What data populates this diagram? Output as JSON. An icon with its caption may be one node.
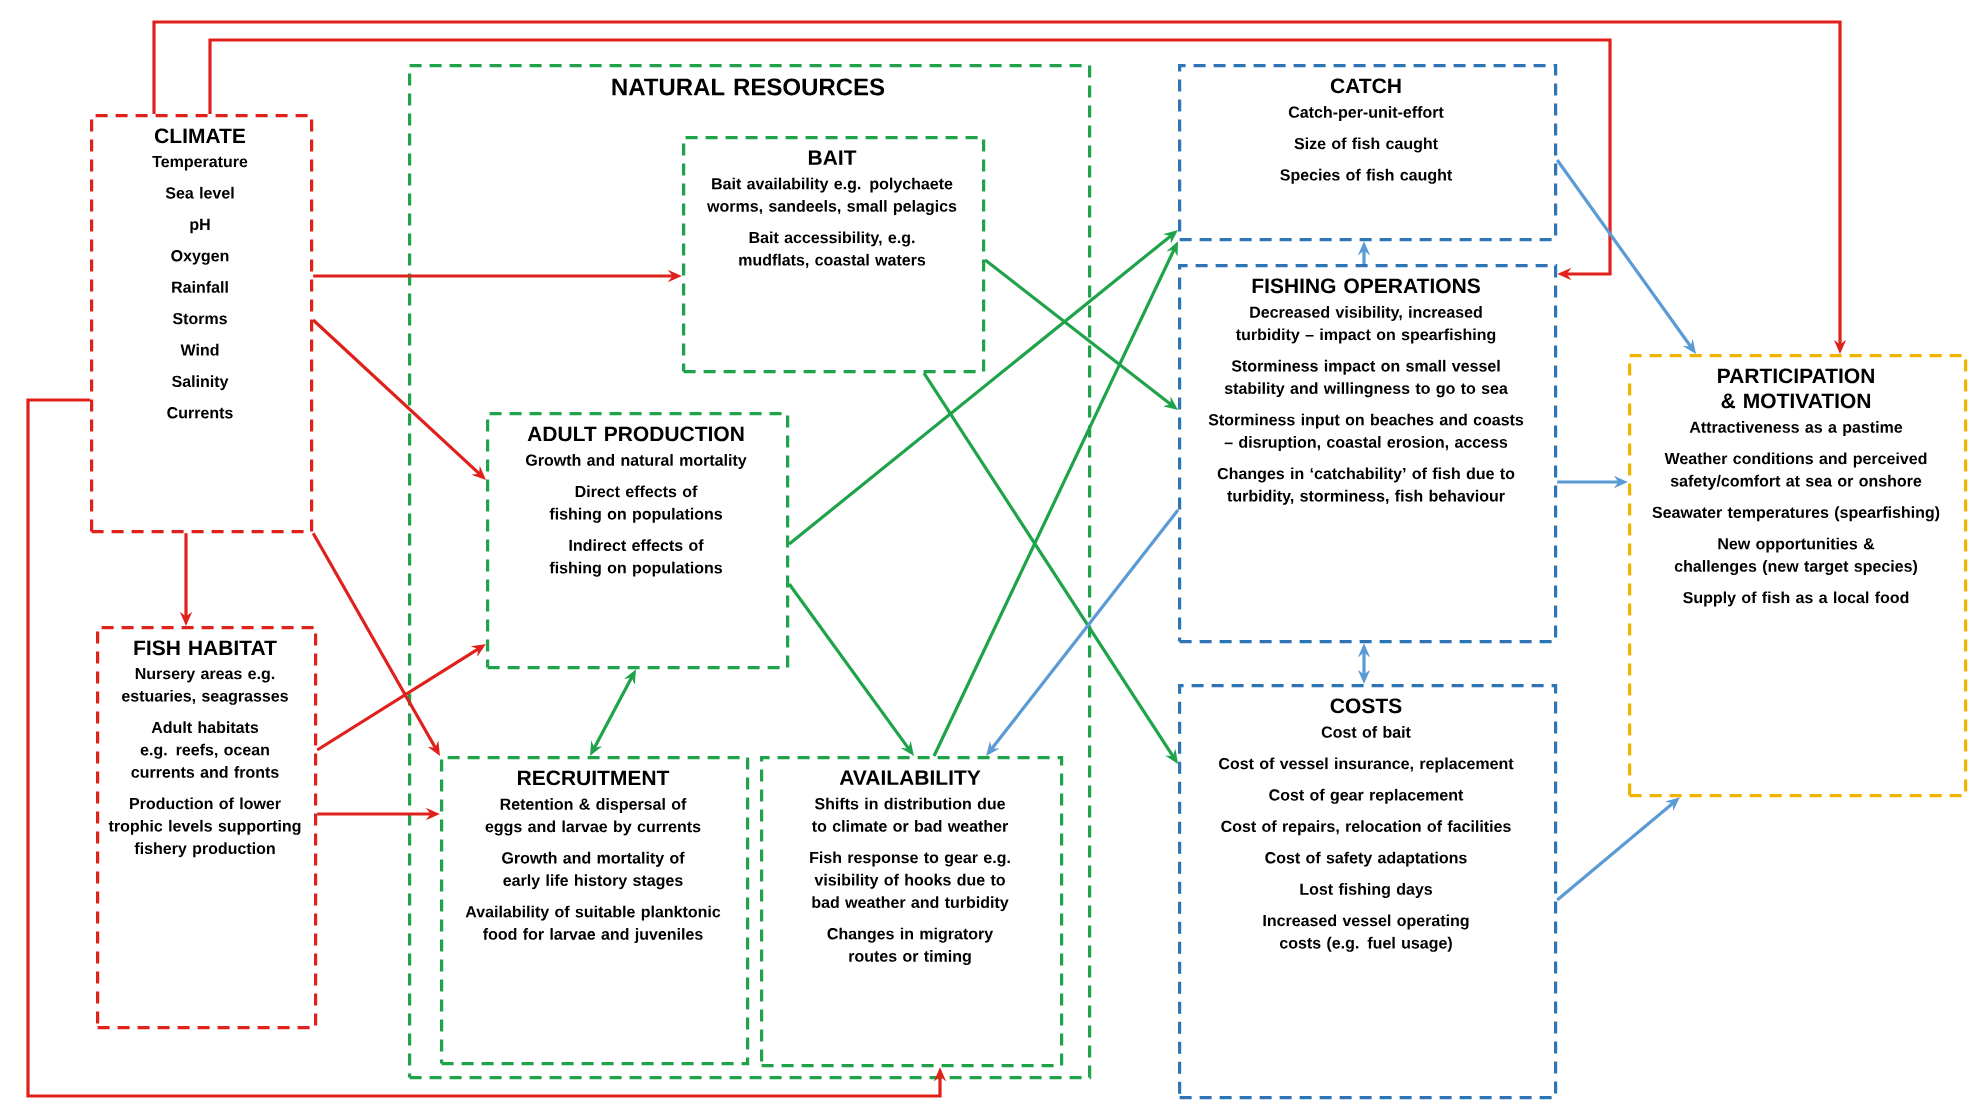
{
  "diagram": {
    "nodes": [
      {
        "text": [
          "CLIMATE",
          "Temperature",
          "Sea level",
          "pH",
          "Oxygen",
          "Rainfall",
          "Storms",
          "Wind",
          "Salinity",
          "Currents"
        ]
      },
      {
        "text": [
          "FISH HABITAT",
          "Nursery areas e.g. estuaries, seagrasses",
          "Adult habitats e.g. reefs, ocean currents and fronts",
          "Production of lower trophic levels supporting fishery production"
        ]
      },
      {
        "text": [
          "NATURAL RESOURCES"
        ]
      },
      {
        "text": [
          "BAIT",
          "Bait availability e.g. polychaete worms, sandeels, small pelagics",
          "Bait accessibility, e.g. mudflats, coastal waters"
        ],
        "in": 2
      },
      {
        "text": [
          "ADULT PRODUCTION",
          "Growth and natural mortality",
          "Direct effects of fishing on populations",
          "Indirect effects of fishing on populations"
        ],
        "in": 2
      },
      {
        "text": [
          "RECRUITMENT",
          "Retention & dispersal of eggs and larvae by currents",
          "Growth and mortality of early life history stages",
          "Availability of suitable planktonic food for larvae and juveniles"
        ],
        "in": 2
      },
      {
        "text": [
          "AVAILABILITY",
          "Shifts in distribution due to climate or bad weather",
          "Fish response to gear e.g. visibility of hooks due to bad weather and turbidity",
          "Changes in migratory routes or timing"
        ],
        "in": 2
      },
      {
        "text": [
          "CATCH",
          "Catch-per-unit-effort",
          "Size of fish caught",
          "Species of fish caught"
        ]
      },
      {
        "text": [
          "FISHING OPERATIONS",
          "Decreased visibility, increased turbidity – impact on spearfishing",
          "Storminess impact on small vessel stability and willingness to go to sea",
          "Storminess input on beaches and coasts – disruption, coastal erosion, access",
          "Changes in ‘catchability’ of fish due to turbidity, storminess, fish behaviour"
        ]
      },
      {
        "text": [
          "COSTS",
          "Cost of bait",
          "Cost of vessel insurance, replacement",
          "Cost of gear replacement",
          "Cost of repairs, relocation of facilities",
          "Cost of safety adaptations",
          "Lost fishing days",
          "Increased vessel operating costs (e.g. fuel usage)"
        ]
      },
      {
        "text": [
          "PARTICIPATION & MOTIVATION",
          "Attractiveness as a pastime",
          "Weather conditions and perceived safety/comfort at sea or onshore",
          "Seawater temperatures (spearfishing)",
          "New opportunities & challenges (new target species)",
          "Supply of fish as a local food"
        ]
      }
    ],
    "edges": [
      {
        "from": 0,
        "to": 3,
        "arrow": "to"
      },
      {
        "from": 0,
        "to": 4,
        "arrow": "to"
      },
      {
        "from": 0,
        "to": 5,
        "arrow": "to"
      },
      {
        "from": 0,
        "to": 1,
        "arrow": "to"
      },
      {
        "from": 0,
        "to": 10,
        "arrow": "to"
      },
      {
        "from": 0,
        "to": 8,
        "arrow": "to"
      },
      {
        "from": 0,
        "to": 6,
        "arrow": "to"
      },
      {
        "from": 1,
        "to": 4,
        "arrow": "to"
      },
      {
        "from": 1,
        "to": 5,
        "arrow": "to"
      },
      {
        "from": 4,
        "to": 5,
        "arrow": "both",
        "color": "#1fa34a"
      },
      {
        "from": 3,
        "to": 8,
        "arrow": "to",
        "color": "#1fa34a"
      },
      {
        "from": 3,
        "to": 9,
        "arrow": "to",
        "color": "#1fa34a"
      },
      {
        "from": 4,
        "to": 7,
        "arrow": "to",
        "color": "#1fa34a"
      },
      {
        "from": 4,
        "to": 6,
        "arrow": "to",
        "color": "#1fa34a"
      },
      {
        "from": 6,
        "to": 7,
        "arrow": "to",
        "color": "#1fa34a"
      },
      {
        "from": 8,
        "to": 6,
        "arrow": "to",
        "color": "#5b9bd5"
      },
      {
        "from": 8,
        "to": 7,
        "arrow": "to",
        "color": "#5b9bd5"
      },
      {
        "from": 8,
        "to": 9,
        "arrow": "both",
        "color": "#5b9bd5"
      },
      {
        "from": 7,
        "to": 10,
        "arrow": "to",
        "color": "#5b9bd5"
      },
      {
        "from": 8,
        "to": 10,
        "arrow": "to",
        "color": "#5b9bd5"
      },
      {
        "from": 9,
        "to": 10,
        "arrow": "to",
        "color": "#5b9bd5"
      }
    ]
  }
}
